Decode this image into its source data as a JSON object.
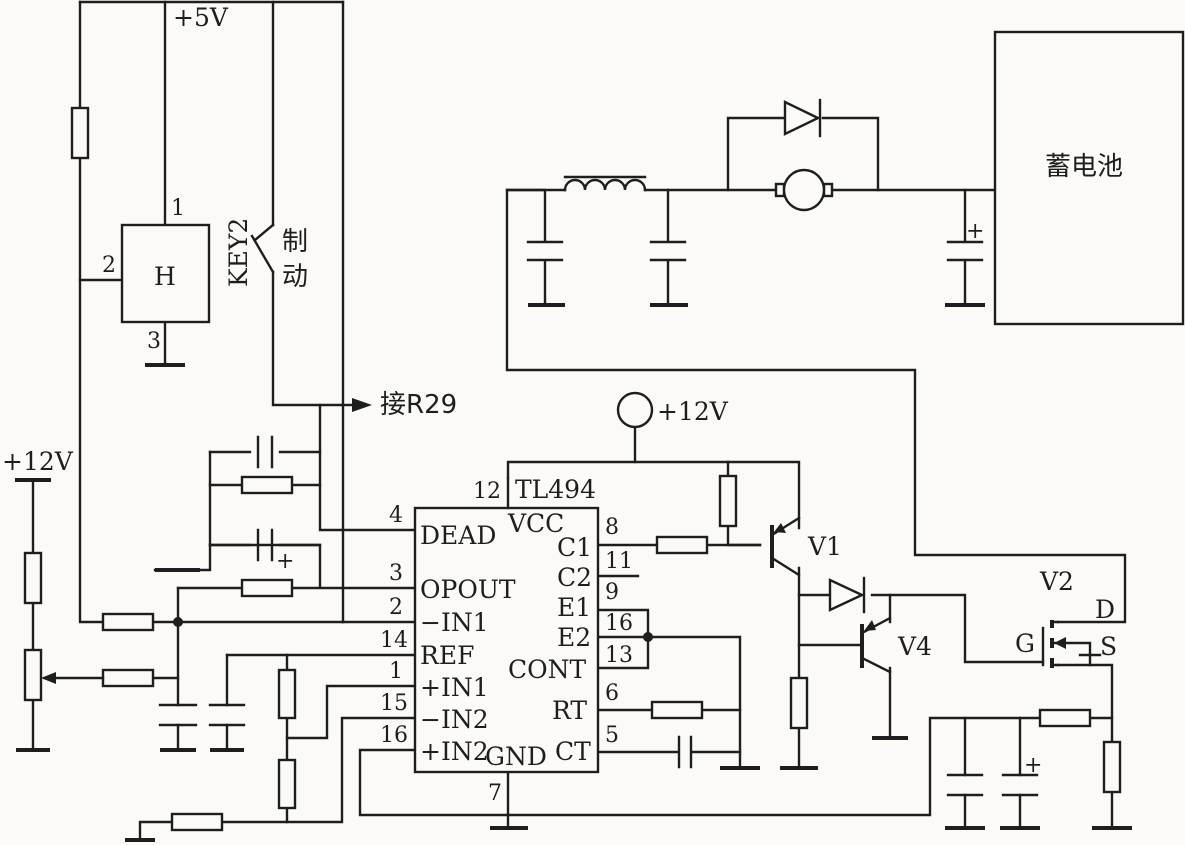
{
  "labels": {
    "vcc5": "+5V",
    "vcc12_left": "+12V",
    "vcc12_top": "+12V",
    "hall": "H",
    "hall_pin1": "1",
    "hall_pin2": "2",
    "hall_pin3": "3",
    "key": "KEY2",
    "brake_1": "制",
    "brake_2": "动",
    "to_r29": "接R29",
    "ic_name": "TL494",
    "battery": "蓄电池",
    "v1": "V1",
    "v2": "V2",
    "v4": "V4",
    "fet_d": "D",
    "fet_g": "G",
    "fet_s": "S",
    "plus_c_mid": "+",
    "plus_c_batt": "+",
    "plus_c_right": "+"
  },
  "ic_pins": {
    "left": [
      {
        "num": "4",
        "name": "DEAD"
      },
      {
        "num": "3",
        "name": "OPOUT"
      },
      {
        "num": "2",
        "name": "−IN1"
      },
      {
        "num": "14",
        "name": "REF"
      },
      {
        "num": "1",
        "name": "+IN1"
      },
      {
        "num": "15",
        "name": "−IN2"
      },
      {
        "num": "16",
        "name": "+IN2"
      }
    ],
    "top": [
      {
        "num": "12",
        "name": "VCC"
      }
    ],
    "right": [
      {
        "num": "8",
        "name": "C1"
      },
      {
        "num": "11",
        "name": "C2"
      },
      {
        "num": "9",
        "name": "E1"
      },
      {
        "num": "16",
        "name": "E2"
      },
      {
        "num": "13",
        "name": "CONT"
      },
      {
        "num": "6",
        "name": "RT"
      },
      {
        "num": "5",
        "name": "CT"
      }
    ],
    "bottom": [
      {
        "num": "7",
        "name": "GND"
      }
    ]
  }
}
